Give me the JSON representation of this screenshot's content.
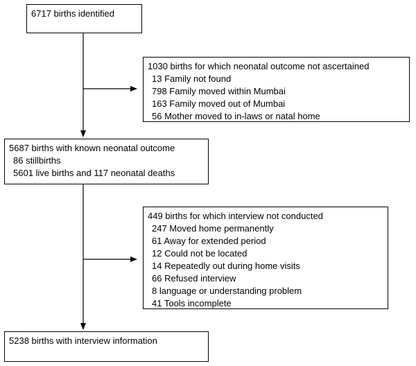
{
  "flowchart": {
    "box1": {
      "title": "6717 births identified"
    },
    "excl1": {
      "title": "1030 births for which neonatal outcome not ascertained",
      "items": [
        "13 Family not found",
        "798 Family moved within Mumbai",
        "163 Family moved out of Mumbai",
        "56 Mother moved to in-laws or natal home"
      ]
    },
    "box2": {
      "title": "5687 births with known neonatal outcome",
      "items": [
        "86 stillbirths",
        "5601 live births and 117 neonatal deaths"
      ]
    },
    "excl2": {
      "title": "449 births for which interview not conducted",
      "items": [
        "247 Moved home permanently",
        "61 Away for extended period",
        "12 Could not be located",
        "14 Repeatedly out during home visits",
        "66 Refused interview",
        "8 language or understanding problem",
        "41 Tools incomplete"
      ]
    },
    "box3": {
      "title": "5238 births with interview information"
    }
  }
}
